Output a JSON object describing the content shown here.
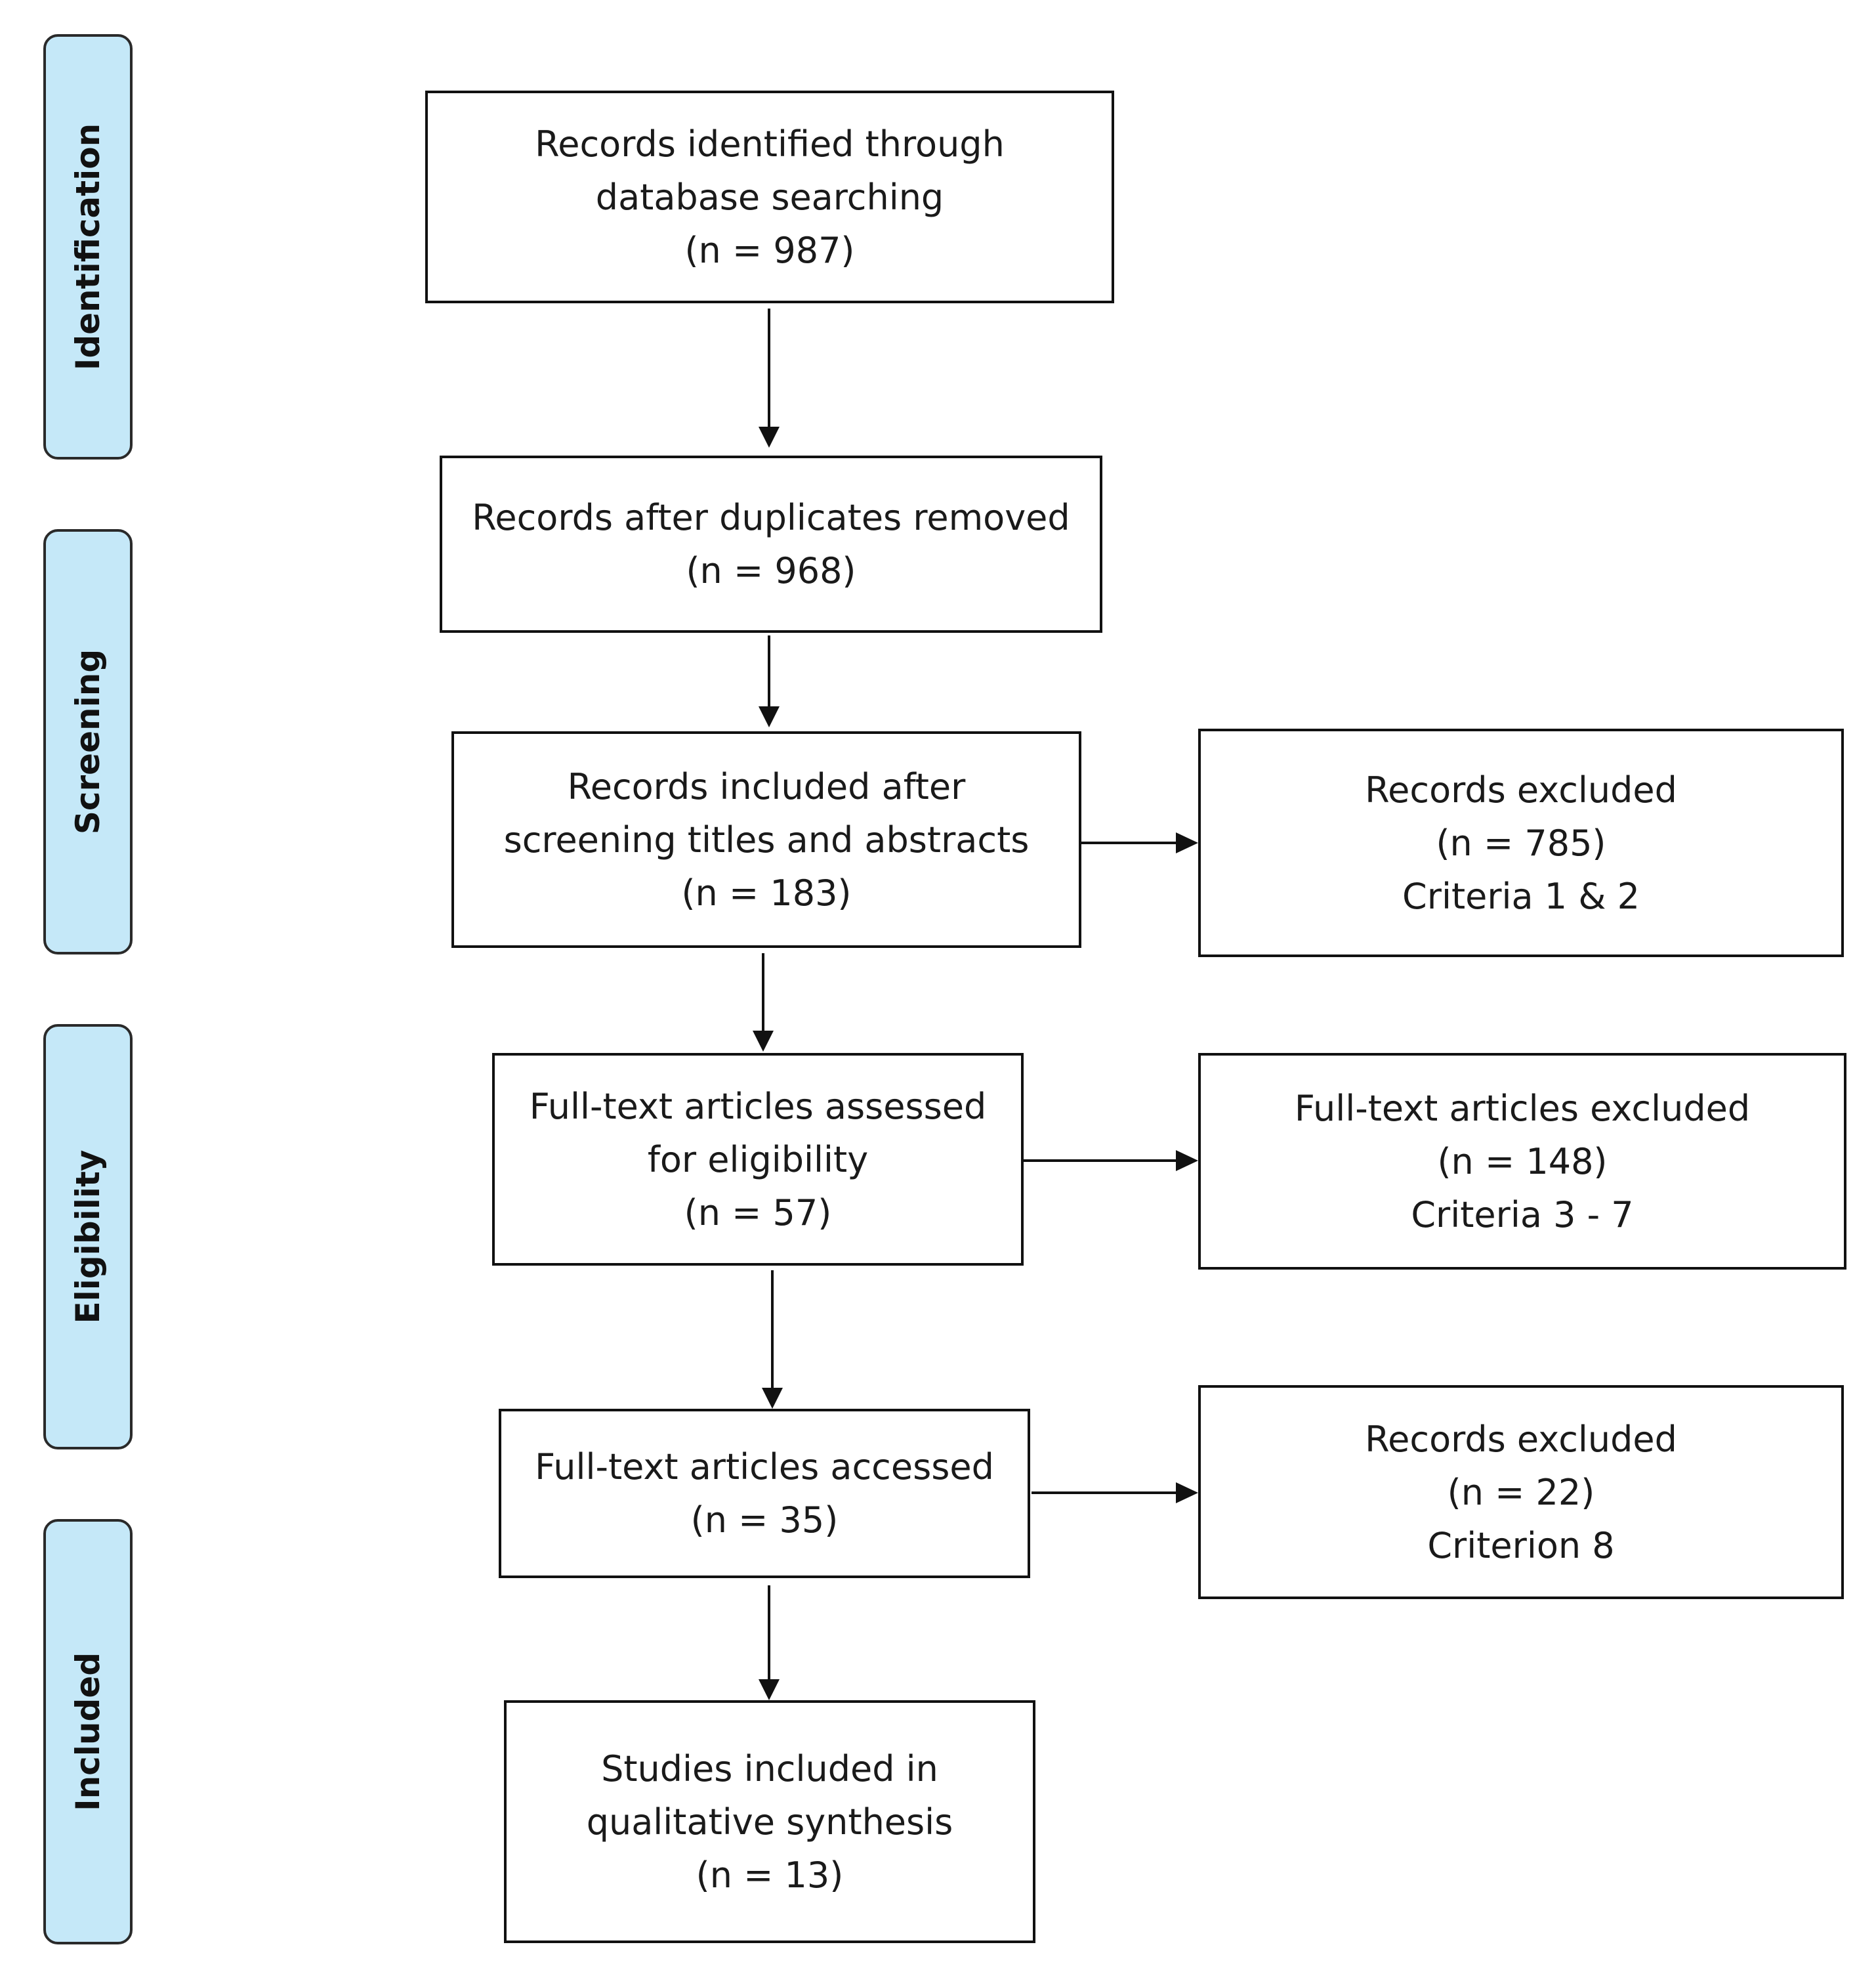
{
  "stages": [
    {
      "id": "identification",
      "label": "Identification"
    },
    {
      "id": "screening",
      "label": "Screening"
    },
    {
      "id": "eligibility",
      "label": "Eligibility"
    },
    {
      "id": "included",
      "label": "Included"
    }
  ],
  "boxes": {
    "identified": {
      "line1": "Records identified through",
      "line2": "database searching",
      "count": "(n = 987)"
    },
    "after_duplicates": {
      "line1": "Records after duplicates removed",
      "count": "(n = 968)"
    },
    "screened": {
      "line1": "Records included after",
      "line2": "screening titles and abstracts",
      "count": "(n = 183)"
    },
    "excluded_screening": {
      "line1": "Records excluded",
      "count": "(n = 785)",
      "note": "Criteria 1 & 2"
    },
    "eligibility": {
      "line1": "Full-text articles assessed",
      "line2": "for eligibility",
      "count": "(n = 57)"
    },
    "excluded_fulltext": {
      "line1": "Full-text articles excluded",
      "count": "(n = 148)",
      "note": "Criteria 3 - 7"
    },
    "accessed": {
      "line1": "Full-text articles accessed",
      "count": "(n = 35)"
    },
    "excluded_criterion8": {
      "line1": "Records excluded",
      "count": "(n = 22)",
      "note": "Criterion 8"
    },
    "included": {
      "line1": "Studies included in",
      "line2": "qualitative synthesis",
      "count": "(n = 13)"
    }
  },
  "colors": {
    "stage_fill": "#c5e8f8",
    "stage_border": "#2a2a2a",
    "box_border": "#111111",
    "arrow": "#111111",
    "text": "#1a1a1a"
  }
}
